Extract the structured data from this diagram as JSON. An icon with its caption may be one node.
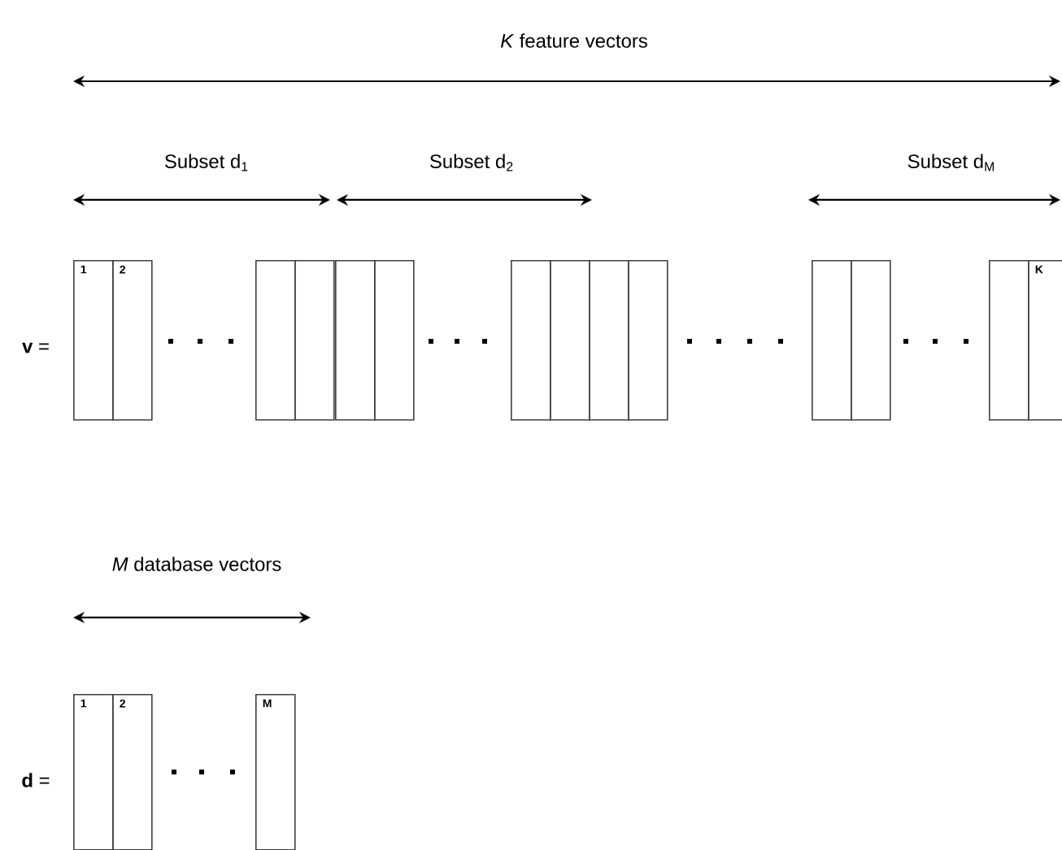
{
  "diagram": {
    "nodes": [
      {
        "text": [
          "1"
        ]
      },
      {
        "text": [
          "2"
        ]
      },
      {
        "text": [],
        "shape": "box"
      },
      {
        "text": [],
        "shape": "box"
      },
      {
        "text": [],
        "shape": "box"
      },
      {
        "text": [],
        "shape": "box"
      },
      {
        "text": [],
        "shape": "box"
      },
      {
        "text": [],
        "shape": "box"
      },
      {
        "text": [],
        "shape": "box"
      },
      {
        "text": [],
        "shape": "box"
      },
      {
        "text": [],
        "shape": "box"
      },
      {
        "text": [],
        "shape": "box"
      },
      {
        "text": [],
        "shape": "box"
      },
      {
        "text": [
          "K"
        ]
      },
      {
        "text": [
          "1"
        ]
      },
      {
        "text": [
          "2"
        ]
      },
      {
        "text": [
          "M"
        ]
      }
    ],
    "labels": [
      "*K* feature vectors",
      "Subset d$_{1}$",
      "Subset d$_{2}$",
      "Subset d$_{M}$",
      "**v** =",
      "*M* database vectors",
      "**d** ="
    ]
  }
}
